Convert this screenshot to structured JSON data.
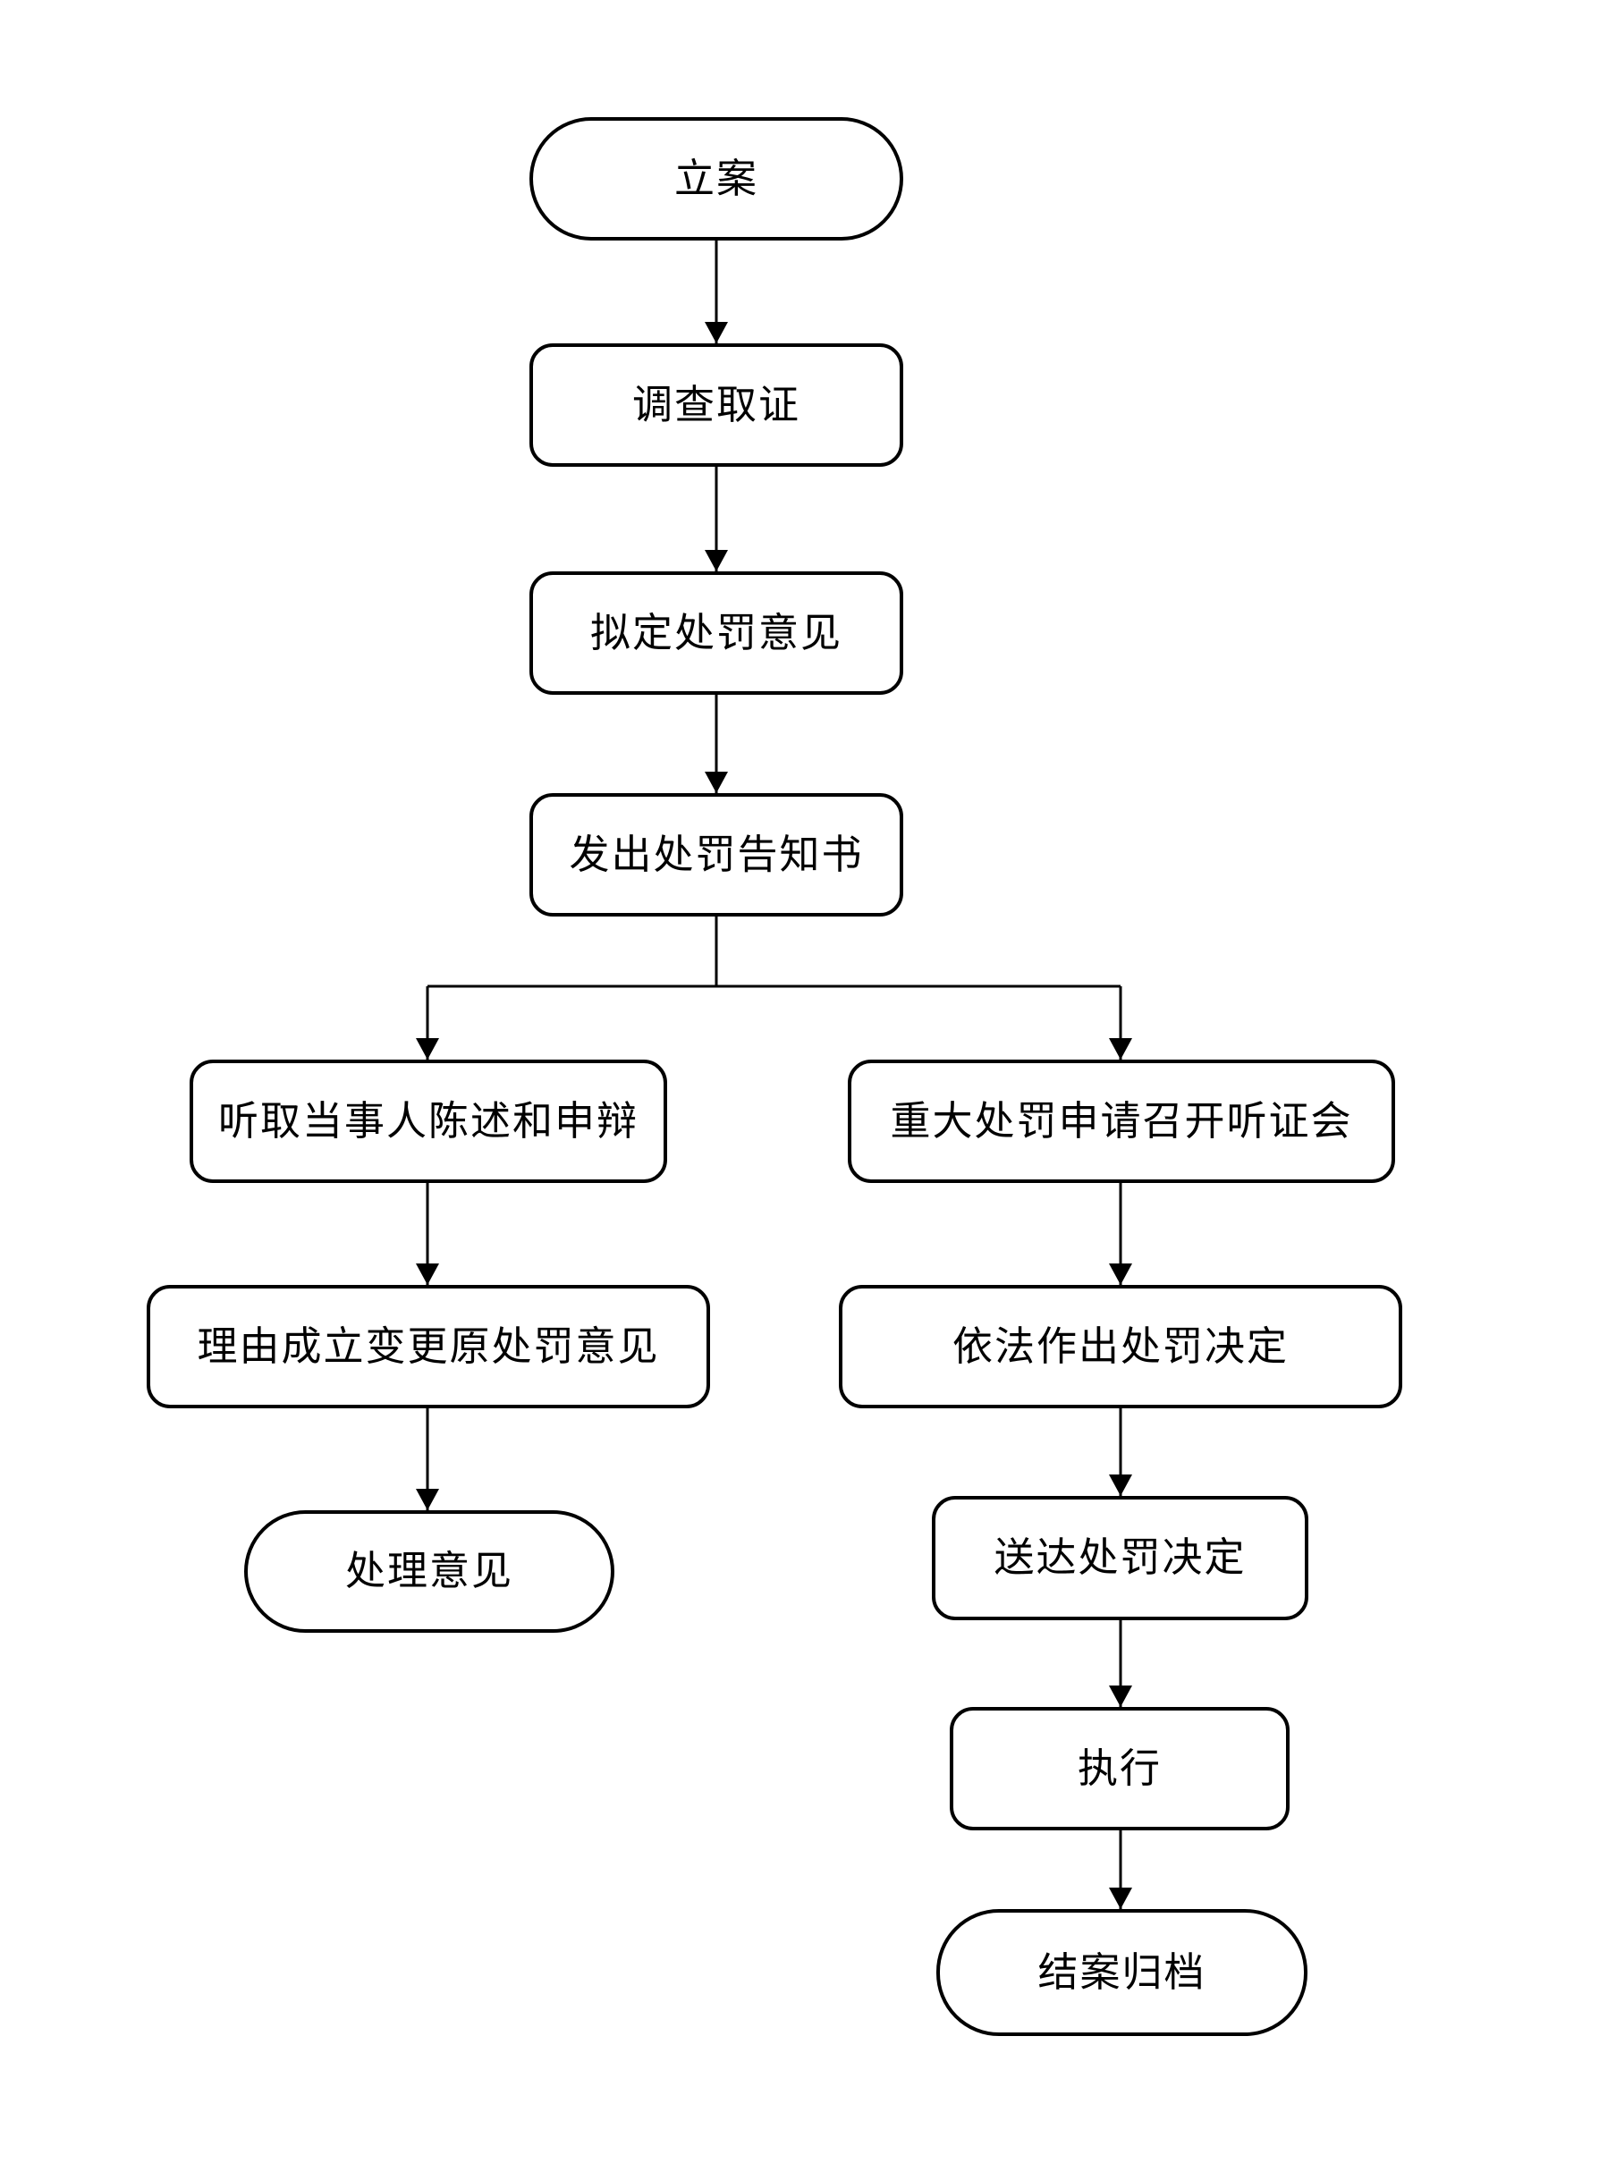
{
  "diagram": {
    "type": "flowchart",
    "colors": {
      "stroke": "#000000",
      "node_fill": "#ffffff",
      "text": "#000000"
    },
    "nodes": [
      {
        "id": "case-filing",
        "label": "立案",
        "shape": "stadium"
      },
      {
        "id": "investigation-evidence",
        "label": "调查取证",
        "shape": "process"
      },
      {
        "id": "draft-penalty-opinion",
        "label": "拟定处罚意见",
        "shape": "process"
      },
      {
        "id": "issue-penalty-notice",
        "label": "发出处罚告知书",
        "shape": "process"
      },
      {
        "id": "hear-statement-defense",
        "label": "听取当事人陈述和申辩",
        "shape": "process"
      },
      {
        "id": "major-penalty-hearing",
        "label": "重大处罚申请召开听证会",
        "shape": "process"
      },
      {
        "id": "justified-modify-opinion",
        "label": "理由成立变更原处罚意见",
        "shape": "process"
      },
      {
        "id": "make-penalty-decision",
        "label": "依法作出处罚决定",
        "shape": "process"
      },
      {
        "id": "handling-opinion",
        "label": "处理意见",
        "shape": "stadium"
      },
      {
        "id": "deliver-penalty-decision",
        "label": "送达处罚决定",
        "shape": "process"
      },
      {
        "id": "execution",
        "label": "执行",
        "shape": "process"
      },
      {
        "id": "case-closing-archive",
        "label": "结案归档",
        "shape": "stadium"
      }
    ],
    "edges": [
      {
        "from": "case-filing",
        "to": "investigation-evidence"
      },
      {
        "from": "investigation-evidence",
        "to": "draft-penalty-opinion"
      },
      {
        "from": "draft-penalty-opinion",
        "to": "issue-penalty-notice"
      },
      {
        "from": "issue-penalty-notice",
        "to": "hear-statement-defense"
      },
      {
        "from": "issue-penalty-notice",
        "to": "major-penalty-hearing"
      },
      {
        "from": "hear-statement-defense",
        "to": "justified-modify-opinion"
      },
      {
        "from": "justified-modify-opinion",
        "to": "handling-opinion"
      },
      {
        "from": "major-penalty-hearing",
        "to": "make-penalty-decision"
      },
      {
        "from": "make-penalty-decision",
        "to": "deliver-penalty-decision"
      },
      {
        "from": "deliver-penalty-decision",
        "to": "execution"
      },
      {
        "from": "execution",
        "to": "case-closing-archive"
      }
    ]
  }
}
